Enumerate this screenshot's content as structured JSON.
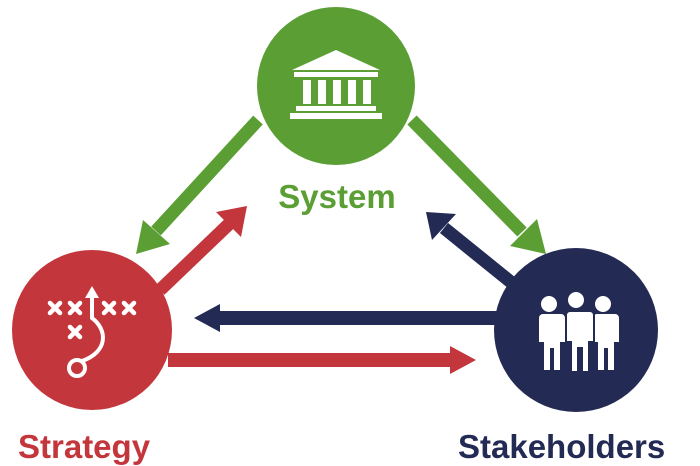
{
  "nodes": {
    "system": {
      "label": "System",
      "icon": "bank-building-icon",
      "color": "#5a9e34"
    },
    "strategy": {
      "label": "Strategy",
      "icon": "playbook-strategy-icon",
      "color": "#c3363c"
    },
    "stakeholders": {
      "label": "Stakeholders",
      "icon": "people-group-icon",
      "color": "#232a54"
    }
  },
  "icon_color": "#ffffff"
}
